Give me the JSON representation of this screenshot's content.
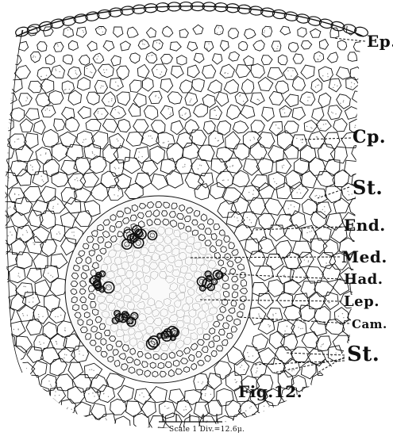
{
  "labels": {
    "ep": "Ep.",
    "cp": "Cp.",
    "st_upper": "St.",
    "end": "End.",
    "med": "Med.",
    "had": "Had.",
    "lep": "Lep.",
    "cam": "Cam.",
    "st_lower": "St."
  },
  "figure_title": "Fig.12.",
  "scale_text": "Scale 1 Div.=12.6μ.",
  "colors": {
    "ink": "#111111",
    "paper": "#ffffff",
    "stipple": "#8a8a8a"
  }
}
